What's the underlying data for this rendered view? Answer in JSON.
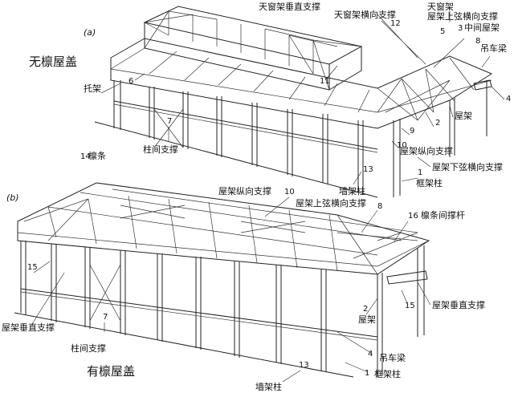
{
  "diagram": {
    "part_a": {
      "tag": "(a)",
      "title": "无檩屋盖",
      "labels": {
        "skylight_vertical_brace": "天窗架垂直支撑",
        "skylight_transverse_brace": "天窗架横向支撑",
        "skylight_frame": "天窗架",
        "truss_top_chord_transverse_brace": "屋架上弦横向支撑",
        "middle_truss": "中间屋架",
        "crane_beam": "吊车梁",
        "supporting_truss": "托架",
        "roof_truss": "屋架",
        "column_brace": "柱间支撑",
        "truss_longitudinal_brace": "屋架纵向支撑",
        "truss_bottom_chord_transverse_brace": "屋架下弦横向支撑",
        "purlin": "檩条",
        "wall_column": "墙架柱",
        "frame_column": "框架柱"
      },
      "numbers": {
        "n12": "12",
        "n5": "5",
        "n3": "3",
        "n8": "8",
        "n6": "6",
        "n11": "11",
        "n4": "4",
        "n7": "7",
        "n2": "2",
        "n9": "9",
        "n10": "10",
        "n14": "14",
        "n13": "13",
        "n1": "1"
      }
    },
    "part_b": {
      "tag": "(b)",
      "title": "有檩屋盖",
      "labels": {
        "truss_longitudinal_brace": "屋架纵向支撑",
        "truss_top_chord_transverse_brace": "屋架上弦横向支撑",
        "purlin_strut": "檩条间撑杆",
        "truss_vertical_brace_left": "屋架垂直支撑",
        "truss_vertical_brace_right": "屋架垂直支撑",
        "roof_truss": "屋架",
        "column_brace": "柱间支撑",
        "crane_beam": "吊车梁",
        "frame_column": "框架柱",
        "wall_column": "墙架柱"
      },
      "numbers": {
        "n10": "10",
        "n8": "8",
        "n16": "16",
        "n15a": "15",
        "n15b": "15",
        "n2": "2",
        "n7": "7",
        "n4": "4",
        "n1": "1",
        "n13": "13"
      }
    }
  }
}
